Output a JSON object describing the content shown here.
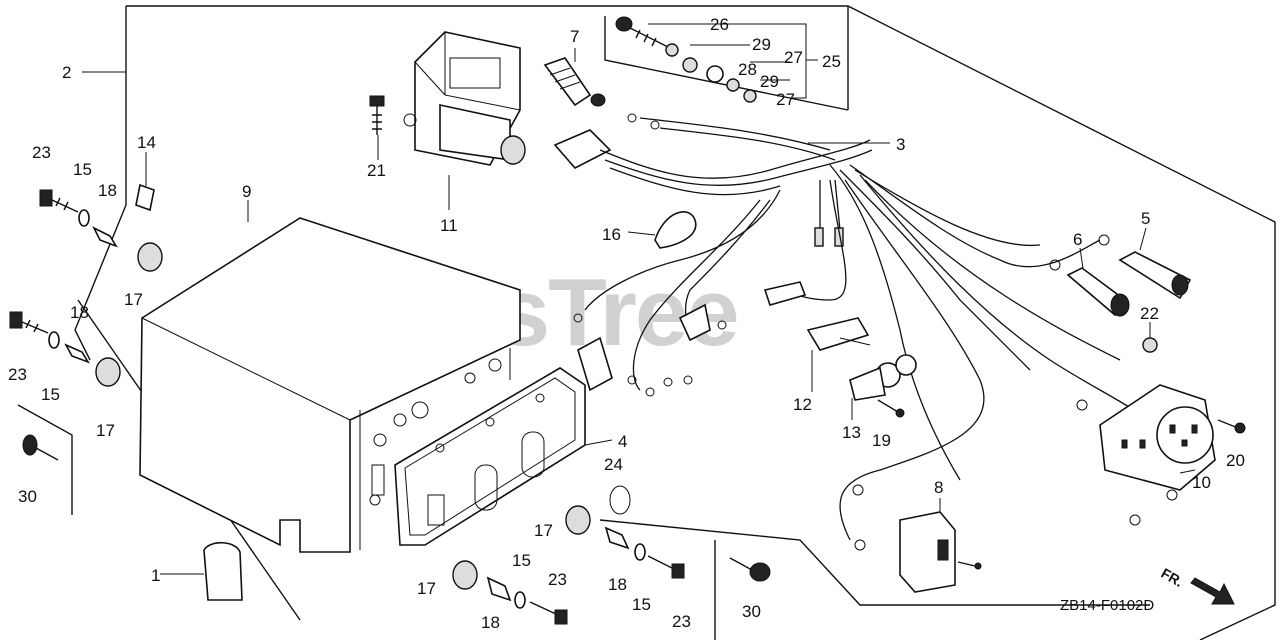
{
  "diagram": {
    "watermark": "PartsTree",
    "drawing_code": "ZB14-F0102D",
    "direction_label": "FR.",
    "callouts": [
      "1",
      "2",
      "3",
      "4",
      "5",
      "6",
      "7",
      "8",
      "9",
      "10",
      "11",
      "12",
      "13",
      "14",
      "15",
      "15",
      "15",
      "15",
      "16",
      "17",
      "17",
      "17",
      "17",
      "18",
      "18",
      "18",
      "18",
      "19",
      "20",
      "21",
      "22",
      "23",
      "23",
      "23",
      "23",
      "24",
      "25",
      "26",
      "27",
      "27",
      "28",
      "29",
      "29",
      "30",
      "30"
    ]
  }
}
